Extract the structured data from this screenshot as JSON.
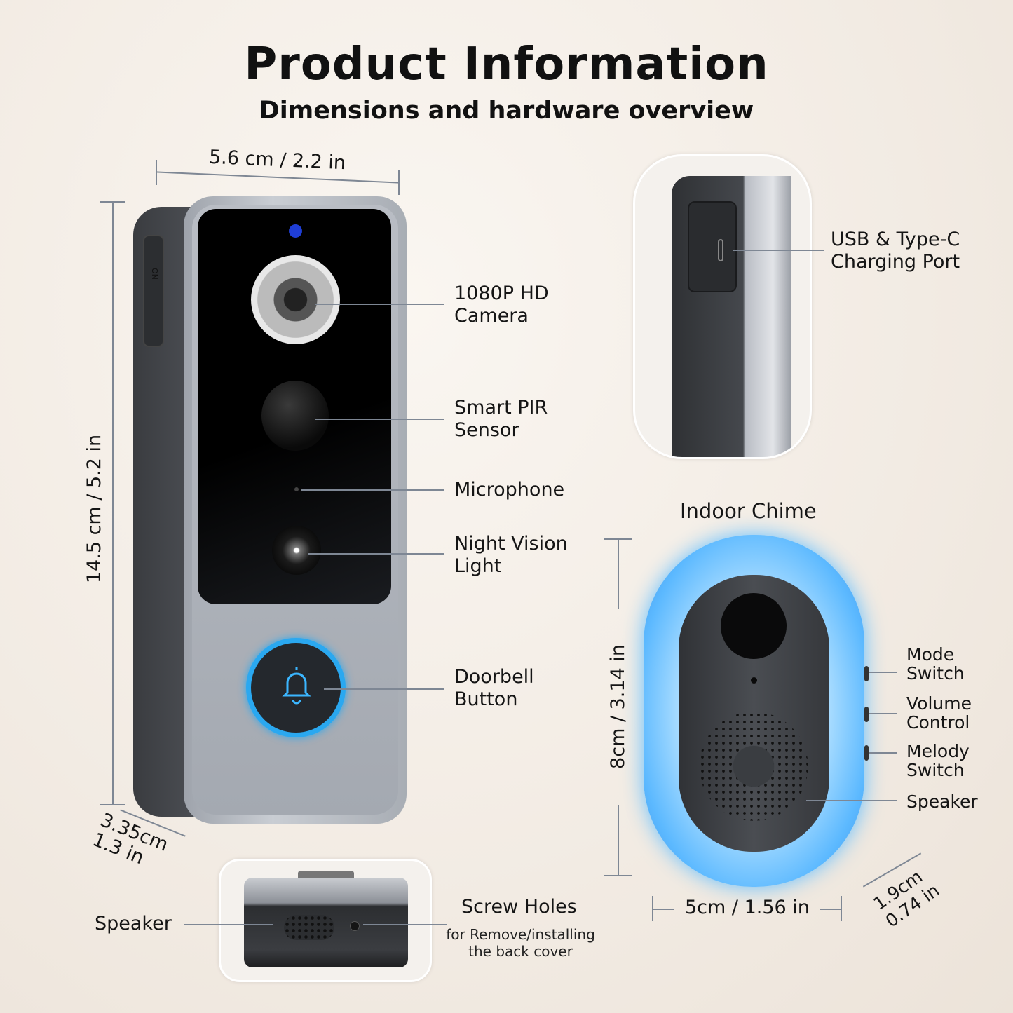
{
  "header": {
    "title": "Product Information",
    "subtitle": "Dimensions and hardware overview"
  },
  "doorbell": {
    "width_dim": "5.6 cm / 2.2 in",
    "height_dim": "14.5 cm / 5.2 in",
    "depth_dim_cm": "3.35cm",
    "depth_dim_in": "1.3 in",
    "switch_label": "ON",
    "labels": {
      "camera": [
        "1080P HD",
        "Camera"
      ],
      "pir": [
        "Smart PIR",
        "Sensor"
      ],
      "mic": "Microphone",
      "night": [
        "Night Vision",
        "Light"
      ],
      "button": [
        "Doorbell",
        "Button"
      ]
    }
  },
  "side_view": {
    "port_label": [
      "USB & Type-C",
      "Charging Port"
    ]
  },
  "bottom_view": {
    "speaker_label": "Speaker",
    "screw_title": "Screw Holes",
    "screw_desc": [
      "for Remove/installing",
      "the back cover"
    ]
  },
  "chime": {
    "title": "Indoor Chime",
    "height_dim": "8cm / 3.14 in",
    "width_dim": "5cm / 1.56 in",
    "depth_dim_cm": "1.9cm",
    "depth_dim_in": "0.74 in",
    "labels": {
      "mode": [
        "Mode",
        "Switch"
      ],
      "volume": [
        "Volume",
        "Control"
      ],
      "melody": [
        "Melody",
        "Switch"
      ],
      "speaker": "Speaker"
    },
    "glow_color": "#4fb3ff"
  },
  "colors": {
    "accent_blue": "#2aa8f0",
    "leader_line": "#7e8794"
  }
}
